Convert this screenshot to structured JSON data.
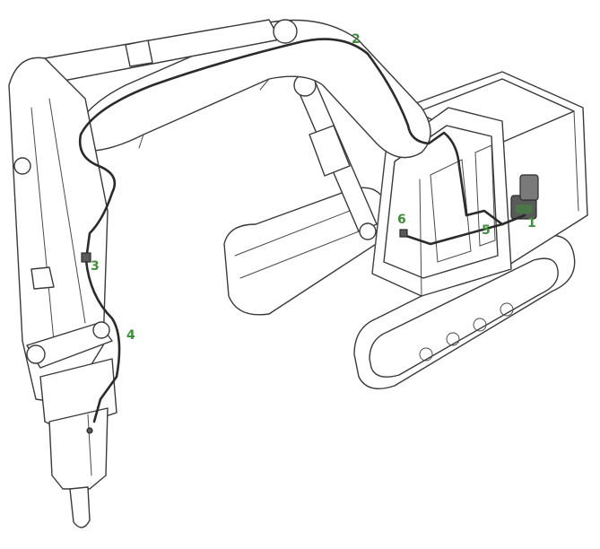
{
  "callouts": [
    {
      "id": "1",
      "text": "1"
    },
    {
      "id": "2",
      "text": "2"
    },
    {
      "id": "3",
      "text": "3"
    },
    {
      "id": "4",
      "text": "4"
    },
    {
      "id": "5",
      "text": "5"
    },
    {
      "id": "6",
      "text": "6"
    }
  ],
  "colors": {
    "callout": "#3f8f3a",
    "line": "#3a3a3a",
    "hose": "#2b2b2b",
    "background": "#ffffff"
  }
}
